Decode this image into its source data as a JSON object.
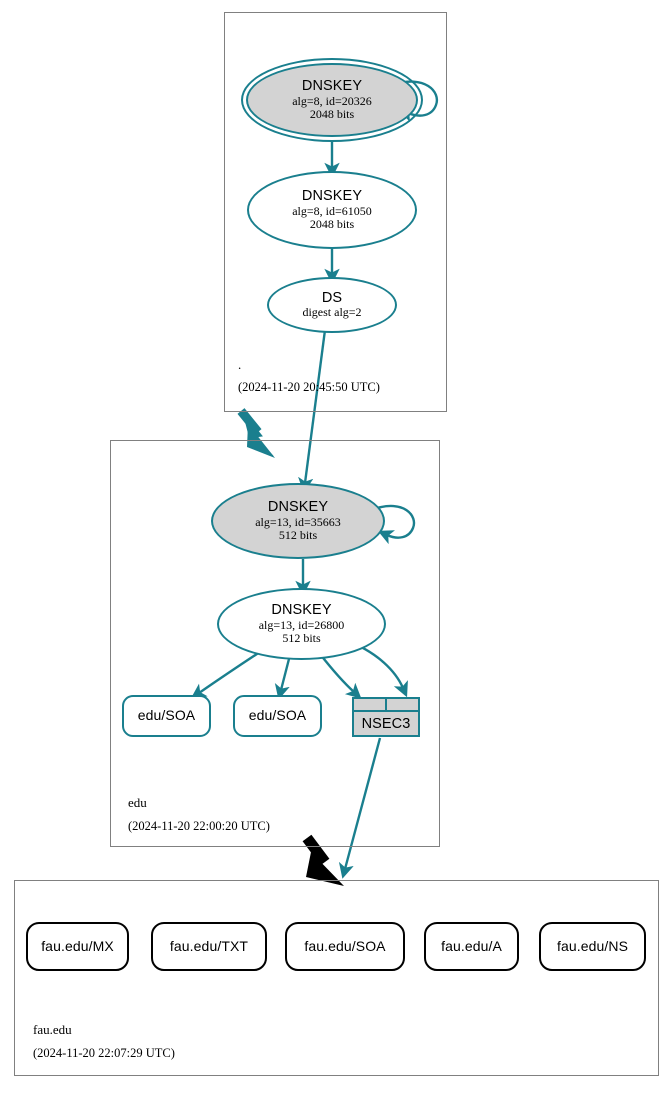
{
  "diagram": {
    "kind": "dnssec-authentication-chain",
    "accent_color": "#1a7f8e",
    "insecure_color": "#000000",
    "key_fill_color": "#d3d3d3",
    "zone_border_color": "#808080"
  },
  "zones": [
    {
      "name": ".",
      "timestamp": "(2024-11-20 20:45:50 UTC)",
      "nodes": [
        {
          "id": "root-ksk",
          "type": "DNSKEY",
          "title": "DNSKEY",
          "line2": "alg=8, id=20326",
          "line3": "2048 bits",
          "role": "ksk",
          "double_ellipse": true,
          "filled": true,
          "self_signed": true
        },
        {
          "id": "root-zsk",
          "type": "DNSKEY",
          "title": "DNSKEY",
          "line2": "alg=8, id=61050",
          "line3": "2048 bits",
          "role": "zsk",
          "double_ellipse": false,
          "filled": false,
          "self_signed": false
        },
        {
          "id": "root-ds",
          "type": "DS",
          "title": "DS",
          "line2": "digest alg=2",
          "line3": "",
          "role": "ds",
          "double_ellipse": false,
          "filled": false,
          "self_signed": false
        }
      ]
    },
    {
      "name": "edu",
      "timestamp": "(2024-11-20 22:00:20 UTC)",
      "nodes": [
        {
          "id": "edu-ksk",
          "type": "DNSKEY",
          "title": "DNSKEY",
          "line2": "alg=13, id=35663",
          "line3": "512 bits",
          "role": "ksk",
          "double_ellipse": false,
          "filled": true,
          "self_signed": true
        },
        {
          "id": "edu-zsk",
          "type": "DNSKEY",
          "title": "DNSKEY",
          "line2": "alg=13, id=26800",
          "line3": "512 bits",
          "role": "zsk",
          "double_ellipse": false,
          "filled": false,
          "self_signed": false
        },
        {
          "id": "edu-soa-1",
          "type": "RRSET",
          "title": "edu/SOA",
          "secure": true
        },
        {
          "id": "edu-soa-2",
          "type": "RRSET",
          "title": "edu/SOA",
          "secure": true
        },
        {
          "id": "edu-nsec3",
          "type": "NSEC3",
          "title": "NSEC3",
          "secure": true
        }
      ]
    },
    {
      "name": "fau.edu",
      "timestamp": "(2024-11-20 22:07:29 UTC)",
      "nodes": [
        {
          "id": "fau-mx",
          "type": "RRSET",
          "title": "fau.edu/MX",
          "secure": false
        },
        {
          "id": "fau-txt",
          "type": "RRSET",
          "title": "fau.edu/TXT",
          "secure": false
        },
        {
          "id": "fau-soa",
          "type": "RRSET",
          "title": "fau.edu/SOA",
          "secure": false
        },
        {
          "id": "fau-a",
          "type": "RRSET",
          "title": "fau.edu/A",
          "secure": false
        },
        {
          "id": "fau-ns",
          "type": "RRSET",
          "title": "fau.edu/NS",
          "secure": false
        }
      ]
    }
  ],
  "edges": [
    {
      "from": "root-ksk",
      "to": "root-ksk",
      "style": "self-loop",
      "color": "#1a7f8e"
    },
    {
      "from": "root-ksk",
      "to": "root-zsk",
      "style": "signs",
      "color": "#1a7f8e"
    },
    {
      "from": "root-zsk",
      "to": "root-ds",
      "style": "signs",
      "color": "#1a7f8e"
    },
    {
      "from": "root-ds",
      "to": "edu-ksk",
      "style": "ds-chain",
      "color": "#1a7f8e"
    },
    {
      "from": "root-zone",
      "to": "edu-zone",
      "style": "delegation-secure",
      "color": "#1a7f8e"
    },
    {
      "from": "edu-ksk",
      "to": "edu-ksk",
      "style": "self-loop",
      "color": "#1a7f8e"
    },
    {
      "from": "edu-ksk",
      "to": "edu-zsk",
      "style": "signs",
      "color": "#1a7f8e"
    },
    {
      "from": "edu-zsk",
      "to": "edu-soa-1",
      "style": "signs",
      "color": "#1a7f8e"
    },
    {
      "from": "edu-zsk",
      "to": "edu-soa-2",
      "style": "signs",
      "color": "#1a7f8e"
    },
    {
      "from": "edu-zsk",
      "to": "edu-nsec3",
      "style": "signs",
      "color": "#1a7f8e"
    },
    {
      "from": "edu-zsk",
      "to": "edu-nsec3-2",
      "style": "signs",
      "color": "#1a7f8e"
    },
    {
      "from": "edu-nsec3",
      "to": "fau-zone",
      "style": "proof",
      "color": "#1a7f8e"
    },
    {
      "from": "edu-zone",
      "to": "fau-zone",
      "style": "delegation-insecure",
      "color": "#000000"
    }
  ]
}
